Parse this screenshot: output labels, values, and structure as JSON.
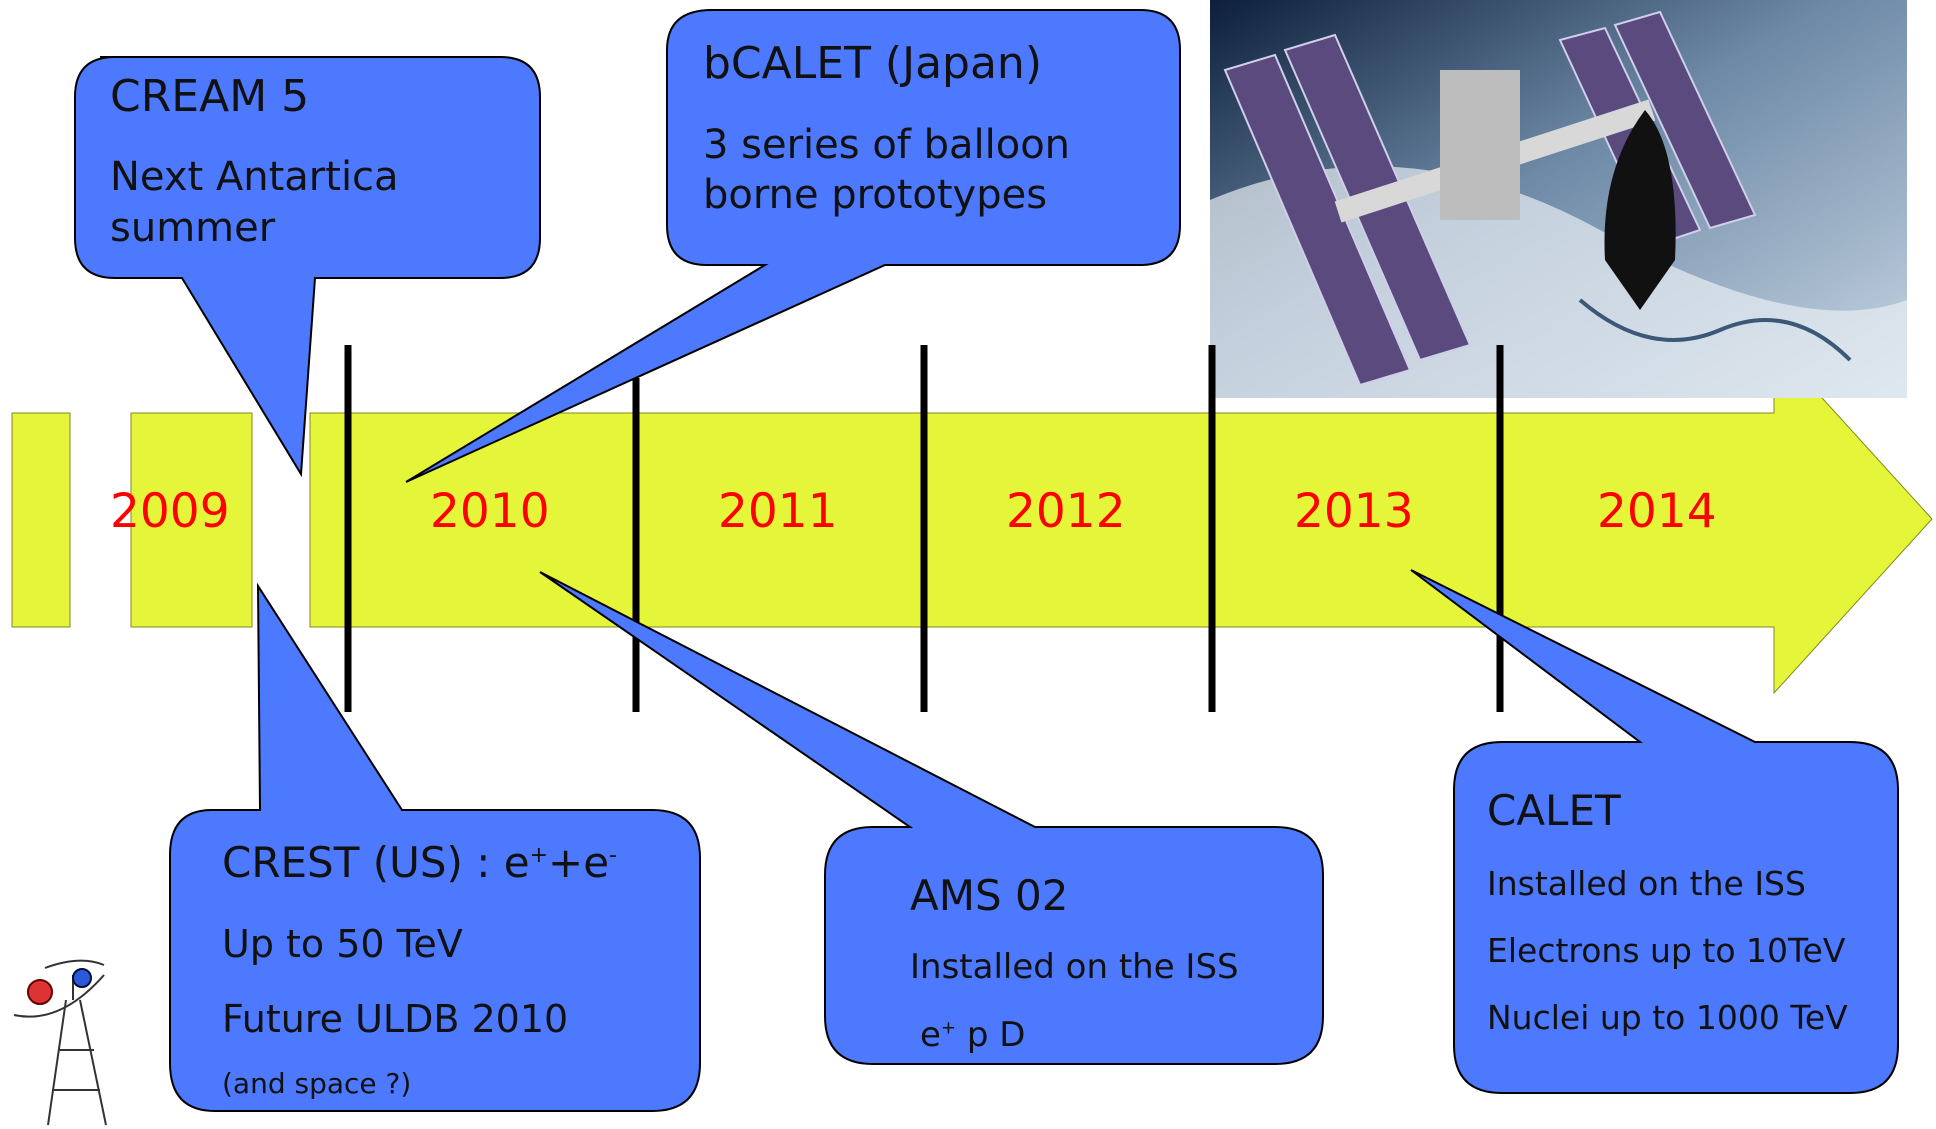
{
  "years": [
    "2009",
    "2010",
    "2011",
    "2012",
    "2013",
    "2014"
  ],
  "colors": {
    "arrow": "#e4f53a",
    "callout": "#4d79ff",
    "callout_border": "#000000",
    "year_text": "#ff0000",
    "divider": "#000000"
  },
  "callouts": {
    "cream": {
      "title": "CREAM 5",
      "line1": "Next Antartica",
      "line2": "summer"
    },
    "bcalet": {
      "title": "bCALET (Japan)",
      "line1": "3 series of balloon",
      "line2": "borne prototypes"
    },
    "crest": {
      "title_main": "CREST (US) : e",
      "sup1": "+",
      "title_mid": "+e",
      "sup2": "-",
      "line1": "Up to 50 TeV",
      "line2": "Future ULDB 2010",
      "note": "(and space ?)"
    },
    "ams": {
      "title": "AMS 02",
      "line1": "Installed on the ISS",
      "line2_a": "e",
      "line2_sup": "+",
      "line2_b": " p D"
    },
    "calet": {
      "title": "CALET",
      "line1": "Installed on the ISS",
      "line2": "Electrons up to 10TeV",
      "line3": "Nuclei up to 1000 TeV"
    }
  },
  "image": {
    "subject": "iss-shuttle-photo"
  },
  "logo": {
    "subject": "eiffel-tower-logo"
  }
}
